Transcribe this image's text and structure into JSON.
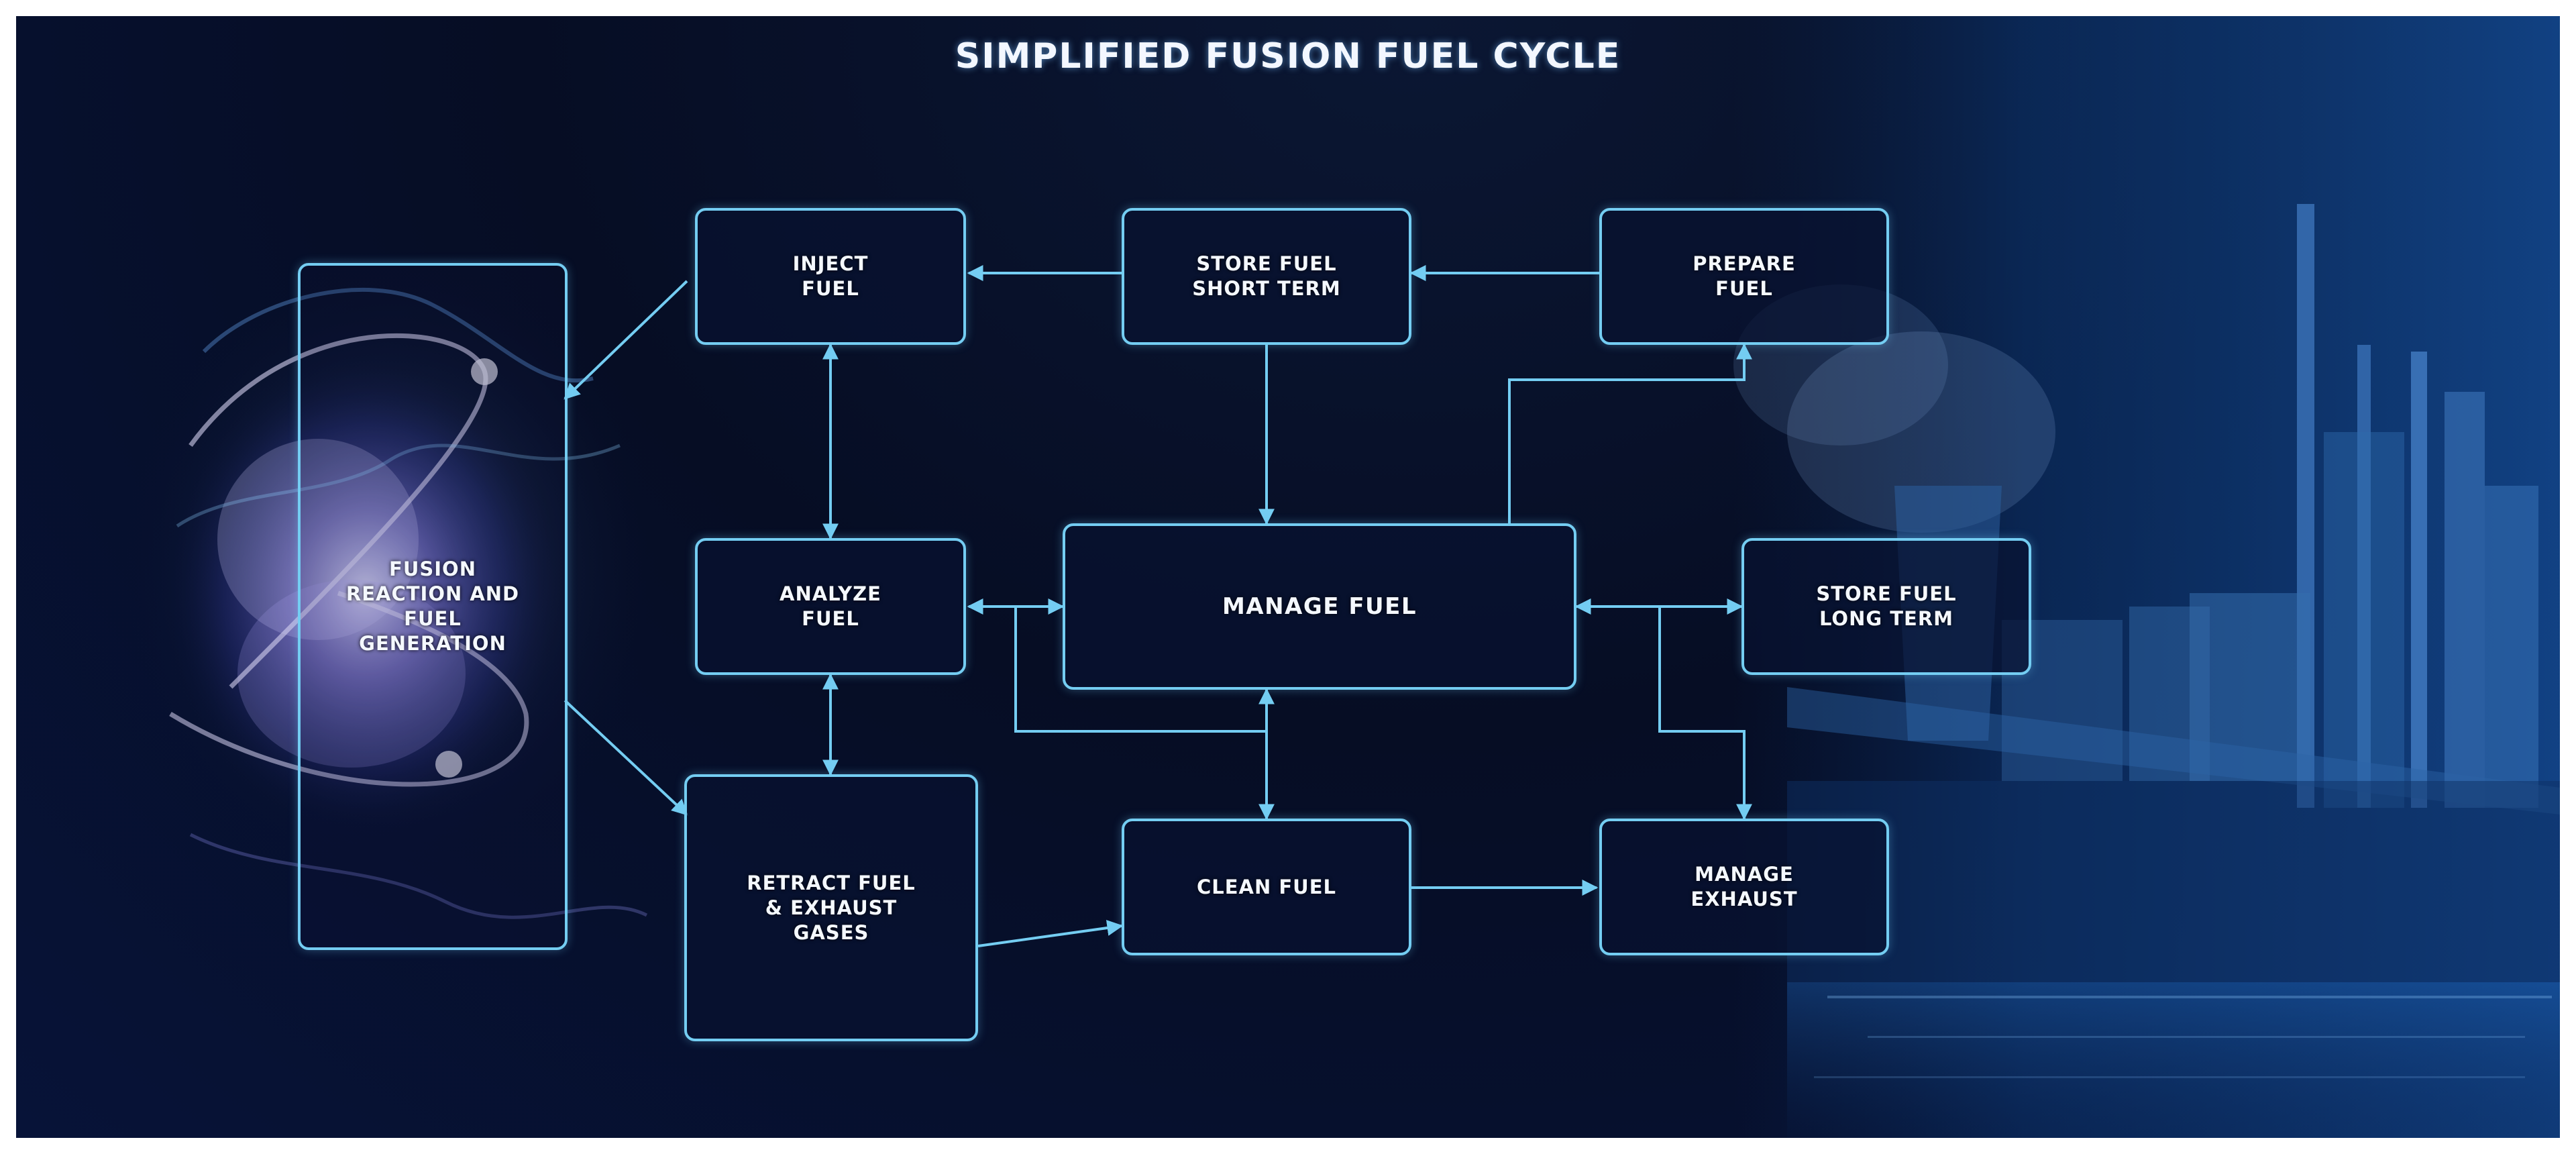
{
  "diagram": {
    "title": "SIMPLIFIED FUSION FUEL CYCLE",
    "nodes": {
      "fusion": "FUSION\nREACTION AND\nFUEL\nGENERATION",
      "inject": "INJECT\nFUEL",
      "store_short": "STORE FUEL\nSHORT TERM",
      "prepare": "PREPARE\nFUEL",
      "analyze": "ANALYZE\nFUEL",
      "manage": "MANAGE FUEL",
      "store_long": "STORE FUEL\nLONG TERM",
      "retract": "RETRACT FUEL\n& EXHAUST\nGASES",
      "clean": "CLEAN FUEL",
      "exhaust": "MANAGE\nEXHAUST"
    },
    "edges": [
      {
        "from": "prepare",
        "to": "store_short"
      },
      {
        "from": "store_short",
        "to": "inject"
      },
      {
        "from": "inject",
        "to": "fusion"
      },
      {
        "from": "fusion",
        "to": "retract"
      },
      {
        "from": "inject",
        "to": "analyze",
        "bidirectional": true
      },
      {
        "from": "analyze",
        "to": "retract",
        "bidirectional": true
      },
      {
        "from": "store_short",
        "to": "manage"
      },
      {
        "from": "manage",
        "to": "prepare"
      },
      {
        "from": "analyze",
        "to": "manage",
        "bidirectional": true
      },
      {
        "from": "manage",
        "to": "store_long",
        "bidirectional": true
      },
      {
        "from": "manage",
        "to": "exhaust"
      },
      {
        "from": "manage",
        "to": "clean",
        "bidirectional": true
      },
      {
        "from": "clean",
        "to": "analyze"
      },
      {
        "from": "retract",
        "to": "clean"
      },
      {
        "from": "clean",
        "to": "exhaust"
      }
    ],
    "colors": {
      "accent": "#74cdf2",
      "background": "#060d24",
      "text": "#f4f8ff"
    }
  }
}
